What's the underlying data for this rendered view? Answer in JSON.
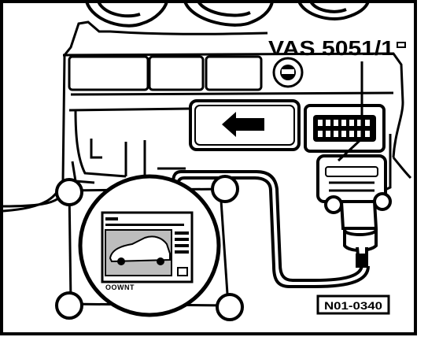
{
  "callouts": {
    "device_label": "VAS 5051/1",
    "figure_id": "N01-0340"
  },
  "screen": {
    "caption": "OOWNT"
  },
  "colors": {
    "ink": "#000000",
    "paper": "#ffffff",
    "screen_fill": "#bdbdbd"
  }
}
